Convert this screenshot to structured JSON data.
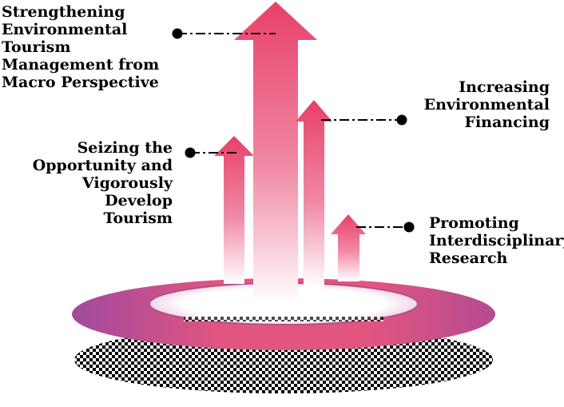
{
  "diagram": {
    "labels": {
      "macro": "Strengthening\nEnvironmental\nTourism\nManagement from\nMacro Perspective",
      "financing": "Increasing\nEnvironmental\nFinancing",
      "seizing": "Seizing the\nOpportunity and\nVigorously Develop\nTourism",
      "research": "Promoting\nInterdisciplinary\nResearch"
    },
    "colors": {
      "arrow_top": "#e8406a",
      "arrow_bottom": "#ffffff",
      "ring_outer": "#e2557f",
      "ring_inner_edge": "#9a3f9a",
      "platform_shadow": "#000000",
      "connector": "#000000"
    }
  }
}
